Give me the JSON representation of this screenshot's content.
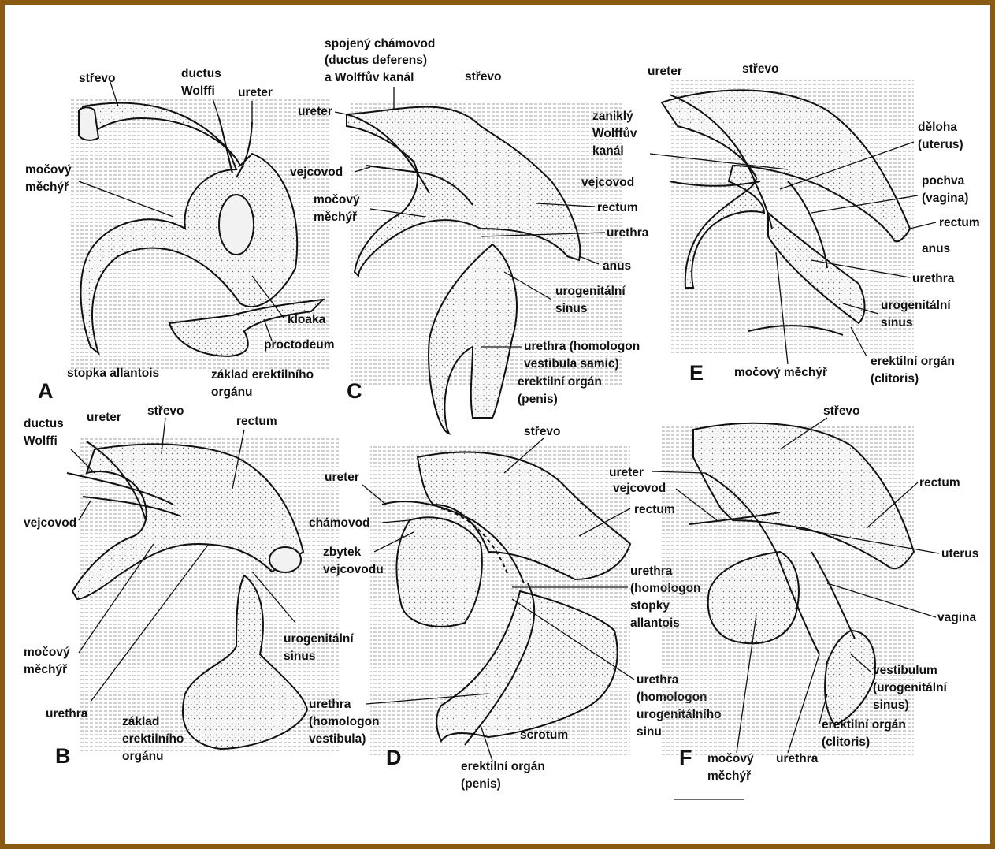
{
  "panels": {
    "A": {
      "letter": "A",
      "labels": {
        "strevo": "střevo",
        "ductus1": "ductus",
        "ductus2": "Wolffi",
        "ureter": "ureter",
        "mocovy1": "močový",
        "mocovy2": "měchýř",
        "kloaka": "kloaka",
        "proctodeum": "proctodeum",
        "stopka": "stopka allantois",
        "zaklad1": "základ erektilního",
        "zaklad2": "orgánu"
      }
    },
    "B": {
      "letter": "B",
      "labels": {
        "ductus1": "ductus",
        "ductus2": "Wolffi",
        "ureter": "ureter",
        "strevo": "střevo",
        "rectum": "rectum",
        "vejcovod": "vejcovod",
        "mocovy1": "močový",
        "mocovy2": "měchýř",
        "urethra": "urethra",
        "urogen1": "urogenitální",
        "urogen2": "sinus",
        "zaklad1": "základ",
        "zaklad2": "erektilního",
        "zaklad3": "orgánu"
      }
    },
    "C": {
      "letter": "C",
      "labels": {
        "spojeny1": "spojený chámovod",
        "spojeny2": "(ductus deferens)",
        "spojeny3": "a Wolffův kanál",
        "strevo": "střevo",
        "ureter": "ureter",
        "vejcovod": "vejcovod",
        "mocovy1": "močový",
        "mocovy2": "měchýř",
        "rectum": "rectum",
        "urethra": "urethra",
        "anus": "anus",
        "urogen1": "urogenitální",
        "urogen2": "sinus",
        "urethra_h1": "urethra (homologon",
        "urethra_h2": "vestibula samic)",
        "erekt1": "erektilní orgán",
        "erekt2": "(penis)"
      }
    },
    "D": {
      "letter": "D",
      "labels": {
        "strevo": "střevo",
        "ureter": "ureter",
        "chamovod": "chámovod",
        "zbytek1": "zbytek",
        "zbytek2": "vejcovodu",
        "rectum": "rectum",
        "urethra_s1": "urethra",
        "urethra_s2": "(homologon",
        "urethra_s3": "stopky",
        "urethra_s4": "allantois",
        "urethra_u1": "urethra",
        "urethra_u2": "(homologon",
        "urethra_u3": "urogenitálního",
        "urethra_u4": "sinu",
        "urethra_v1": "urethra",
        "urethra_v2": "(homologon",
        "urethra_v3": "vestibula)",
        "scrotum": "scrotum",
        "erekt1": "erektilní orgán",
        "erekt2": "(penis)"
      }
    },
    "E": {
      "letter": "E",
      "labels": {
        "ureter": "ureter",
        "strevo": "střevo",
        "zanikly1": "zaniklý",
        "zanikly2": "Wolffův",
        "zanikly3": "kanál",
        "vejcovod": "vejcovod",
        "deloha1": "děloha",
        "deloha2": "(uterus)",
        "pochva1": "pochva",
        "pochva2": "(vagina)",
        "rectum": "rectum",
        "anus": "anus",
        "urethra": "urethra",
        "urogen1": "urogenitální",
        "urogen2": "sinus",
        "erekt1": "erektilní orgán",
        "erekt2": "(clitoris)",
        "mocovy": "močový měchýř"
      }
    },
    "F": {
      "letter": "F",
      "labels": {
        "strevo": "střevo",
        "ureter": "ureter",
        "vejcovod": "vejcovod",
        "rectum": "rectum",
        "uterus": "uterus",
        "vagina": "vagina",
        "vest1": "vestibulum",
        "vest2": "(urogenitální",
        "vest3": "sinus)",
        "erekt1": "erektilní orgán",
        "erekt2": "(clitoris)",
        "mocovy1": "močový",
        "mocovy2": "měchýř",
        "urethra": "urethra"
      }
    }
  }
}
